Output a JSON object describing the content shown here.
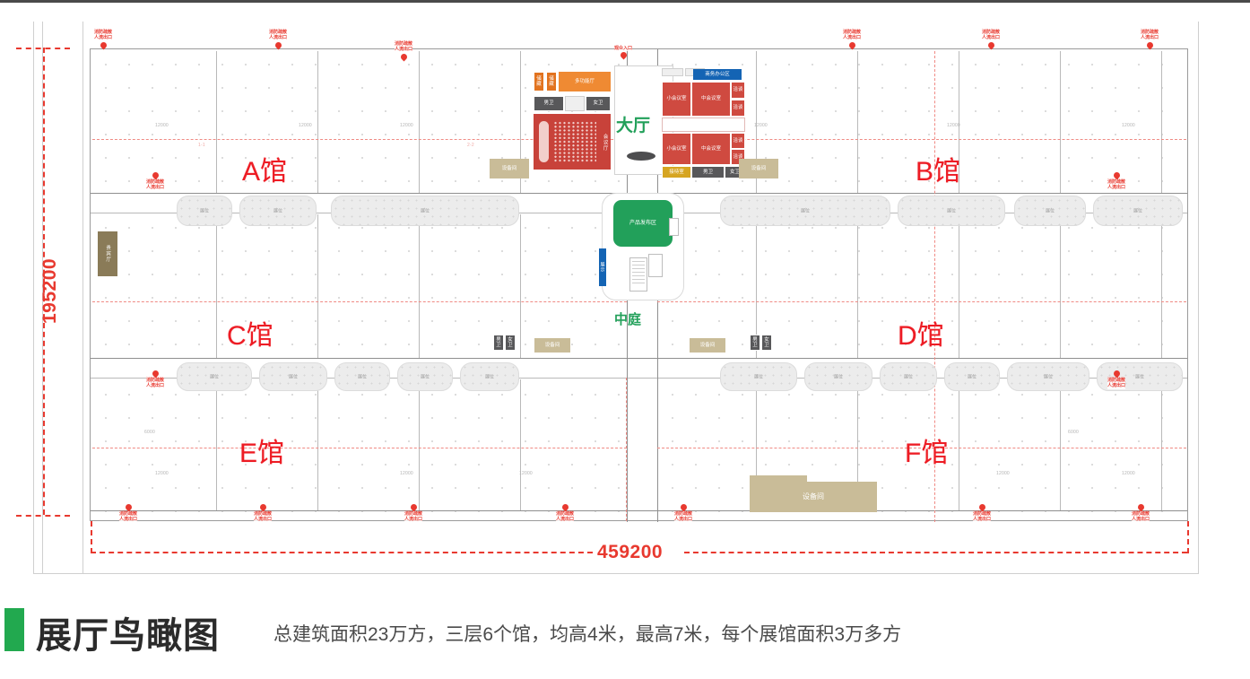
{
  "footer": {
    "title": "展厅鸟瞰图",
    "subtitle": "总建筑面积23万方，三层6个馆，均高4米，最高7米，每个展馆面积3万多方",
    "accent_color": "#22a94f"
  },
  "plan": {
    "dimensions": {
      "vertical_label": "195200",
      "horizontal_label": "459200",
      "unit_note": "mm"
    },
    "halls": [
      {
        "id": "A",
        "label": "A馆"
      },
      {
        "id": "B",
        "label": "B馆"
      },
      {
        "id": "C",
        "label": "C馆"
      },
      {
        "id": "D",
        "label": "D馆"
      },
      {
        "id": "E",
        "label": "E馆"
      },
      {
        "id": "F",
        "label": "F馆"
      }
    ],
    "central": {
      "lobby_label": "大厅",
      "atrium_label": "中庭",
      "product_zone_label": "产品发布区",
      "entrance_marker": "观众入口"
    },
    "rooms": [
      {
        "name": "多功能厅",
        "color": "#ef8a33"
      },
      {
        "name": "储藏",
        "color": "#e2731f"
      },
      {
        "name": "储藏",
        "color": "#e2731f"
      },
      {
        "name": "男卫",
        "color": "#58585a"
      },
      {
        "name": "女卫",
        "color": "#58585a"
      },
      {
        "name": "会议厅",
        "color": "#c8423a"
      },
      {
        "name": "商务办公区",
        "color": "#1464b4"
      },
      {
        "name": "小会议室",
        "color": "#cf4a40"
      },
      {
        "name": "中会议室",
        "color": "#cf4a40"
      },
      {
        "name": "洽谈",
        "color": "#cf4a40"
      },
      {
        "name": "接待室",
        "color": "#d6a521"
      },
      {
        "name": "男卫",
        "color": "#58585a"
      },
      {
        "name": "女卫",
        "color": "#58585a"
      },
      {
        "name": "贵宾厅",
        "color": "#8a7b58"
      },
      {
        "name": "设备间",
        "color": "#c9bc98"
      },
      {
        "name": "设备间",
        "color": "#c9bc98"
      },
      {
        "name": "设备间",
        "color": "#c9bc98"
      },
      {
        "name": "设备间",
        "color": "#c9bc98"
      },
      {
        "name": "设备间",
        "color": "#c9bc98"
      }
    ],
    "markers": [
      {
        "line1": "消防疏散",
        "line2": "人流出口"
      },
      {
        "line1": "消防疏散",
        "line2": "人流出口"
      },
      {
        "line1": "消防疏散",
        "line2": "人流出口"
      },
      {
        "line1": "消防疏散",
        "line2": "人流出口"
      },
      {
        "line1": "消防疏散",
        "line2": "人流出口"
      },
      {
        "line1": "消防疏散",
        "line2": "人流出口"
      },
      {
        "line1": "消防疏散",
        "line2": "人流出口"
      },
      {
        "line1": "消防疏散",
        "line2": "人流出口"
      },
      {
        "line1": "消防疏散",
        "line2": "人流出口"
      },
      {
        "line1": "消防疏散",
        "line2": "人流出口"
      },
      {
        "line1": "消防疏散",
        "line2": "人流出口"
      },
      {
        "line1": "消防疏散",
        "line2": "人流出口"
      },
      {
        "line1": "消防疏散",
        "line2": "人流出口"
      },
      {
        "line1": "消防疏散",
        "line2": "人流出口"
      }
    ],
    "colors": {
      "hall_label": "#ed1c24",
      "dimension": "#e8392f",
      "green": "#22a05a",
      "grid": "#f08a84"
    }
  }
}
